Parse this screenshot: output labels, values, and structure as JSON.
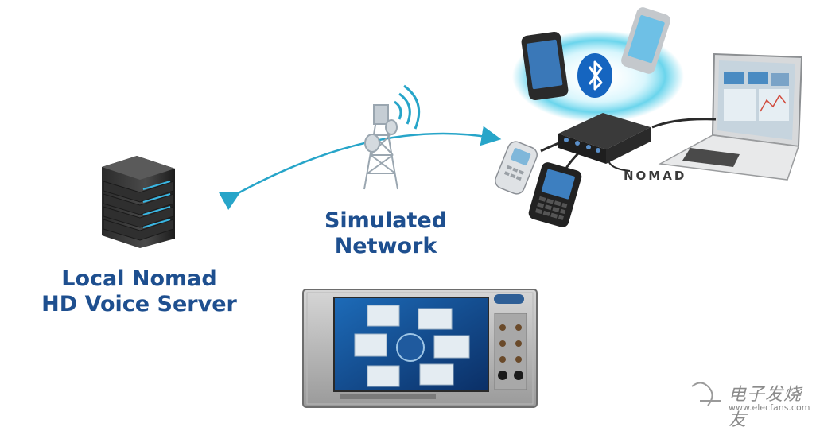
{
  "labels": {
    "server_line1": "Local Nomad",
    "server_line2": "HD Voice Server",
    "network_line1": "Simulated",
    "network_line2": "Network",
    "nomad": "NOMAD"
  },
  "watermark": {
    "name": "电子发烧友",
    "url": "www.elecfans.com"
  },
  "icons": [
    "server-icon",
    "cell-tower-icon",
    "bluetooth-icon",
    "nomad-box-icon",
    "laptop-icon",
    "smartphone-icon",
    "flip-phone-icon",
    "test-equipment-icon",
    "double-arrow-icon"
  ],
  "colors": {
    "label_blue": "#1e4f8f",
    "arrow_cyan": "#27a5c9",
    "bluetooth_blue": "#1565c0",
    "halo_cyan": "#5ad0ea"
  }
}
